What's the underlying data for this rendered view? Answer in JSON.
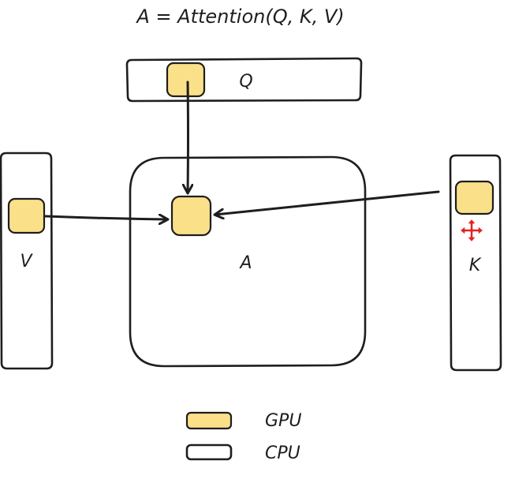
{
  "title": "A = Attention(Q, K, V)",
  "blocks": {
    "q": {
      "label": "Q"
    },
    "k": {
      "label": "K"
    },
    "v": {
      "label": "V"
    },
    "a": {
      "label": "A"
    }
  },
  "legend": {
    "gpu_label": "GPU",
    "cpu_label": "CPU"
  },
  "colors": {
    "gpu_fill": "#fbe08a",
    "cpu_fill": "#ffffff",
    "stroke": "#1e1e1e",
    "cursor": "#e02424"
  },
  "icons": {
    "cursor": "move-cursor-icon"
  }
}
